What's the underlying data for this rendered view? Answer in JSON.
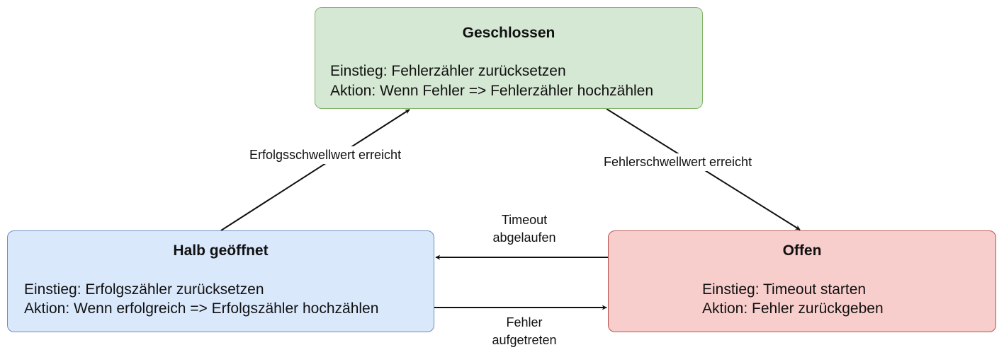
{
  "colors": {
    "closed_fill": "#d5e8d4",
    "closed_border": "#82b366",
    "half_open_fill": "#dae8fc",
    "half_open_border": "#6c8ebf",
    "open_fill": "#f8cecc",
    "open_border": "#b85450",
    "edge": "#111111"
  },
  "states": {
    "closed": {
      "title": "Geschlossen",
      "entry": "Einstieg: Fehlerzähler zurücksetzen",
      "action": "Aktion: Wenn Fehler => Fehlerzähler hochzählen"
    },
    "half_open": {
      "title": "Halb geöffnet",
      "entry": "Einstieg: Erfolgszähler zurücksetzen",
      "action": "Aktion: Wenn erfolgreich => Erfolgszähler hochzählen"
    },
    "open": {
      "title": "Offen",
      "entry": "Einstieg: Timeout starten",
      "action": "Aktion: Fehler zurückgeben"
    }
  },
  "transitions": {
    "half_open_to_closed": "Erfolgsschwellwert erreicht",
    "closed_to_open": "Fehlerschwellwert erreicht",
    "open_to_half_open": {
      "line1": "Timeout",
      "line2": "abgelaufen"
    },
    "half_open_to_open": {
      "line1": "Fehler",
      "line2": "aufgetreten"
    }
  }
}
